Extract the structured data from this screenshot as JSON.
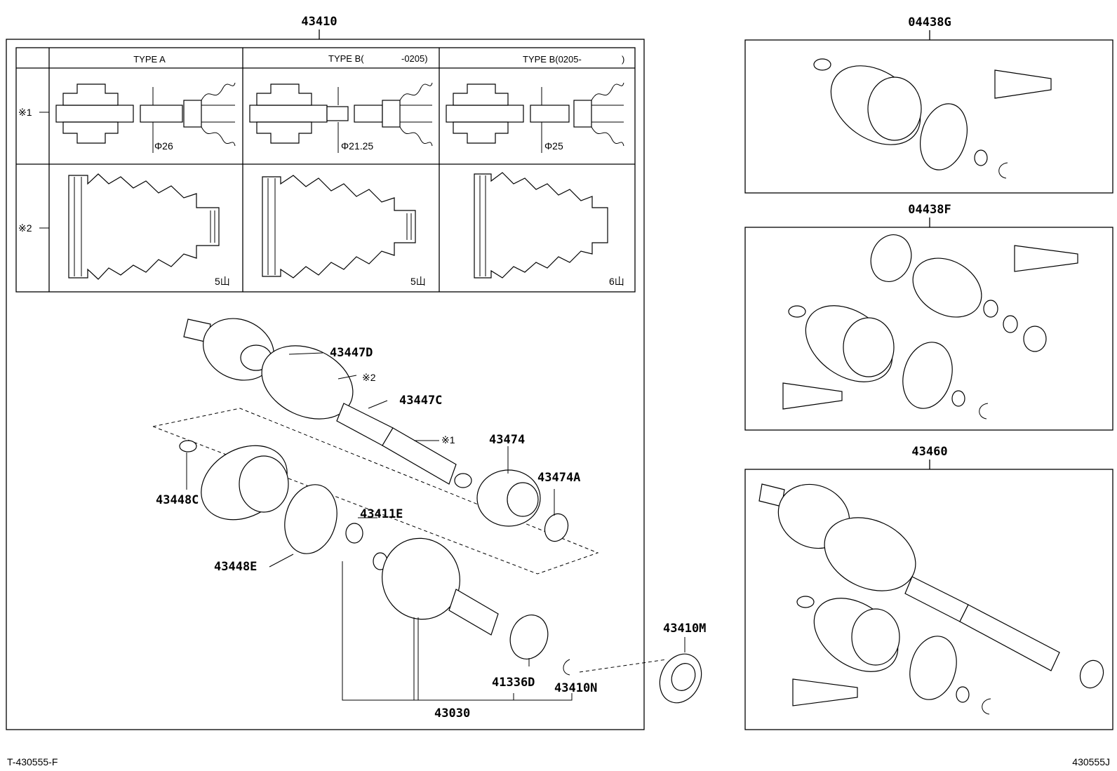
{
  "diagram": {
    "main_group": {
      "number": "43410"
    },
    "table": {
      "headers": [
        "TYPE A",
        "TYPE B(",
        "-0205)",
        "TYPE B(0205-",
        ")"
      ],
      "row_marks": [
        "※1",
        "※2"
      ],
      "diameters": [
        "Φ26",
        "Φ21.25",
        "Φ25"
      ],
      "counts": [
        "5山",
        "5山",
        "6山"
      ]
    },
    "labels": {
      "l43447D": "43447D",
      "mark2": "※2",
      "l43447C": "43447C",
      "mark1": "※1",
      "l43474": "43474",
      "l43474A": "43474A",
      "l43448C": "43448C",
      "l43411E": "43411E",
      "l43448E": "43448E",
      "l41336D": "41336D",
      "l43410N": "43410N",
      "l43030": "43030",
      "l43410M": "43410M"
    },
    "kits": {
      "k04438G": "04438G",
      "k04438F": "04438F",
      "k43460": "43460"
    },
    "footer": {
      "left": "T-430555-F",
      "right": "430555J"
    }
  }
}
